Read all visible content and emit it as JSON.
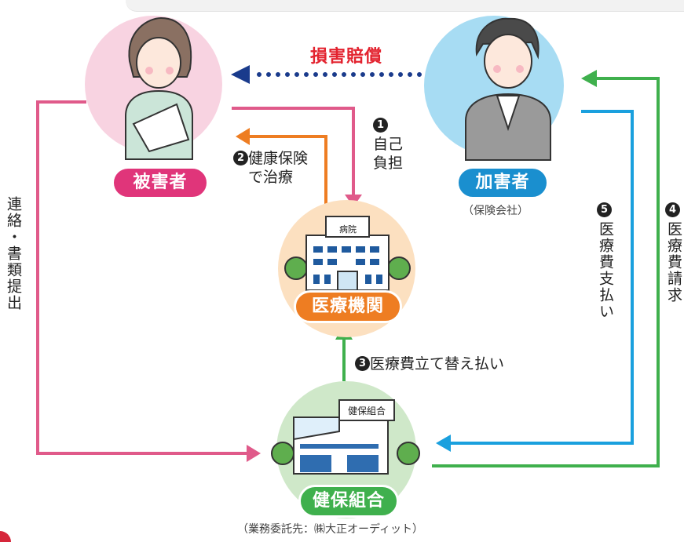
{
  "nodes": {
    "victim": {
      "label": "被害者"
    },
    "assailant": {
      "label": "加害者",
      "sub": "（保険会社）"
    },
    "hospital": {
      "label": "医療機関",
      "sign": "病院"
    },
    "union": {
      "label": "健保組合",
      "sign": "健保組合",
      "sub": "（業務委託先：㈱大正オーディット）"
    }
  },
  "edges": {
    "damages": "損害賠償",
    "e1": {
      "num": "1",
      "text": "自己負担"
    },
    "e2": {
      "num": "2",
      "text1": "健康保険",
      "text2": "で治療"
    },
    "e3": {
      "num": "3",
      "text": "医療費立て替え払い"
    },
    "e4": {
      "num": "4",
      "text": "医療費請求"
    },
    "e5": {
      "num": "5",
      "text": "医療費支払い"
    },
    "contact": "連絡・書類提出"
  },
  "colors": {
    "pink": "#e05a8a",
    "orange": "#ee7d22",
    "green": "#3fb04d",
    "blue": "#1aa0de",
    "navy": "#1a3b8c",
    "red": "#e3232f"
  }
}
